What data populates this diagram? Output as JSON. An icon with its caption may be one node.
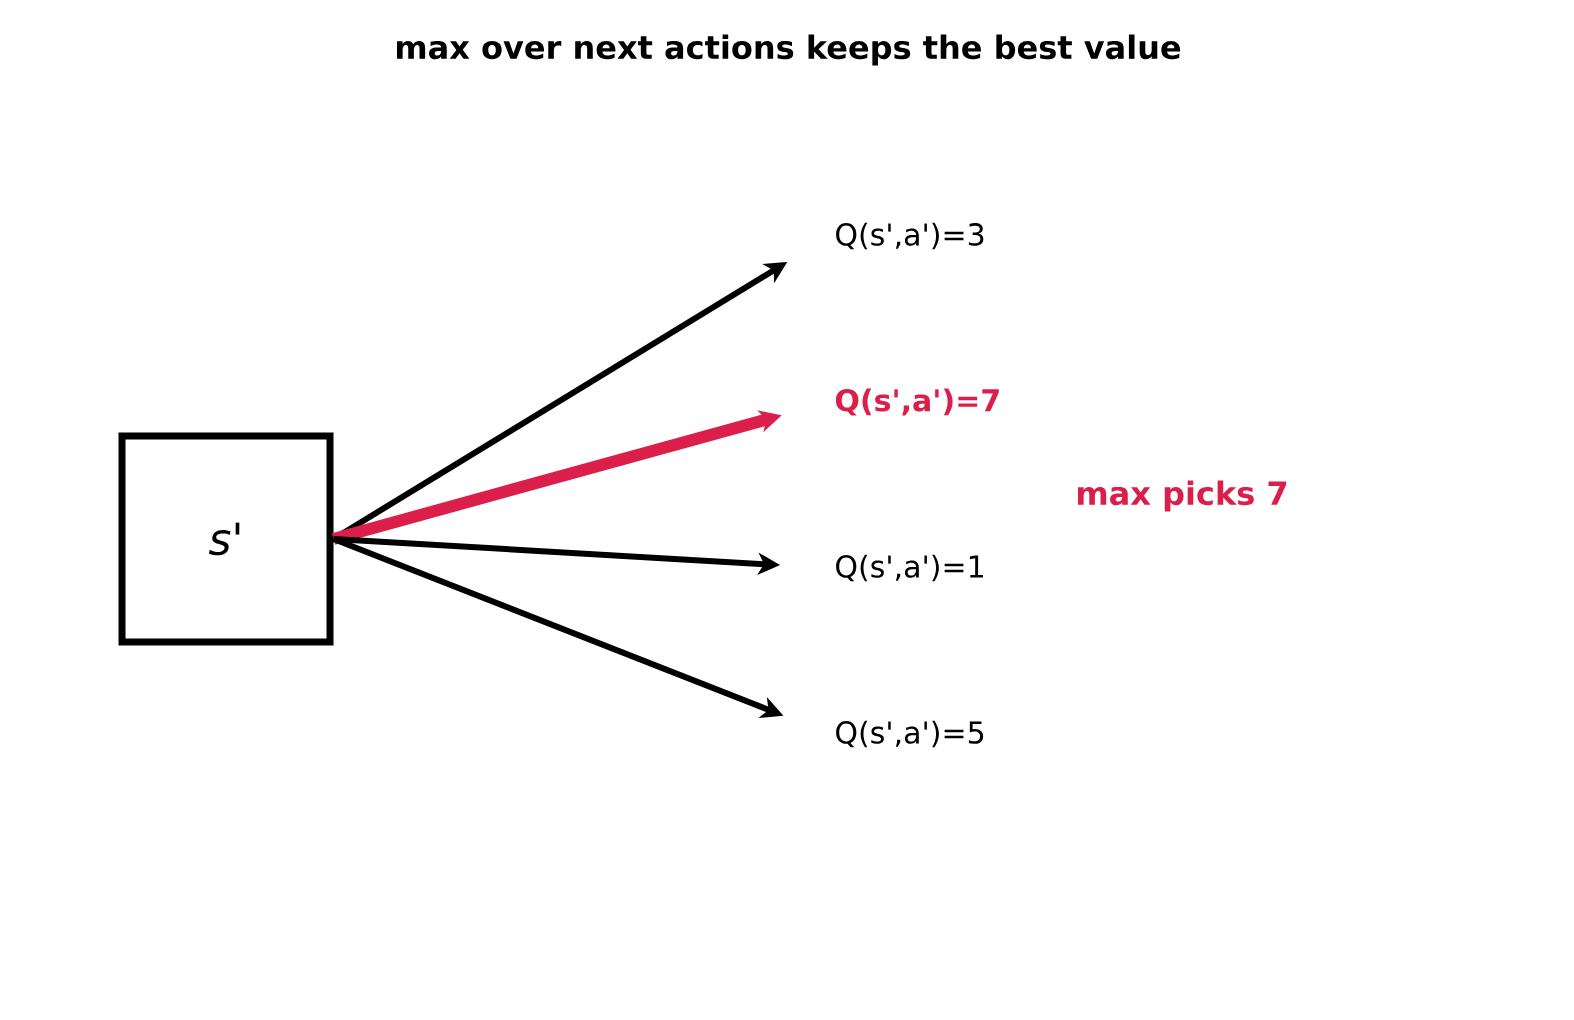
{
  "diagram": {
    "title": "max over next actions keeps the best value",
    "nodes": [
      {
        "text": [
          "s'"
        ]
      },
      {
        "text": [
          "Q(s',a')=3"
        ]
      },
      {
        "text": [
          "Q(s',a')=7"
        ]
      },
      {
        "text": [
          "Q(s',a')=1"
        ]
      },
      {
        "text": [
          "Q(s',a')=5"
        ]
      }
    ],
    "edges": [
      {
        "from": 0,
        "to": 1,
        "arrow": "to"
      },
      {
        "from": 0,
        "to": 2,
        "arrow": "to",
        "style": "thick",
        "color": "#dc1e4b"
      },
      {
        "from": 0,
        "to": 3,
        "arrow": "to"
      },
      {
        "from": 0,
        "to": 4,
        "arrow": "to"
      }
    ],
    "labels": [
      "max picks 7"
    ]
  }
}
